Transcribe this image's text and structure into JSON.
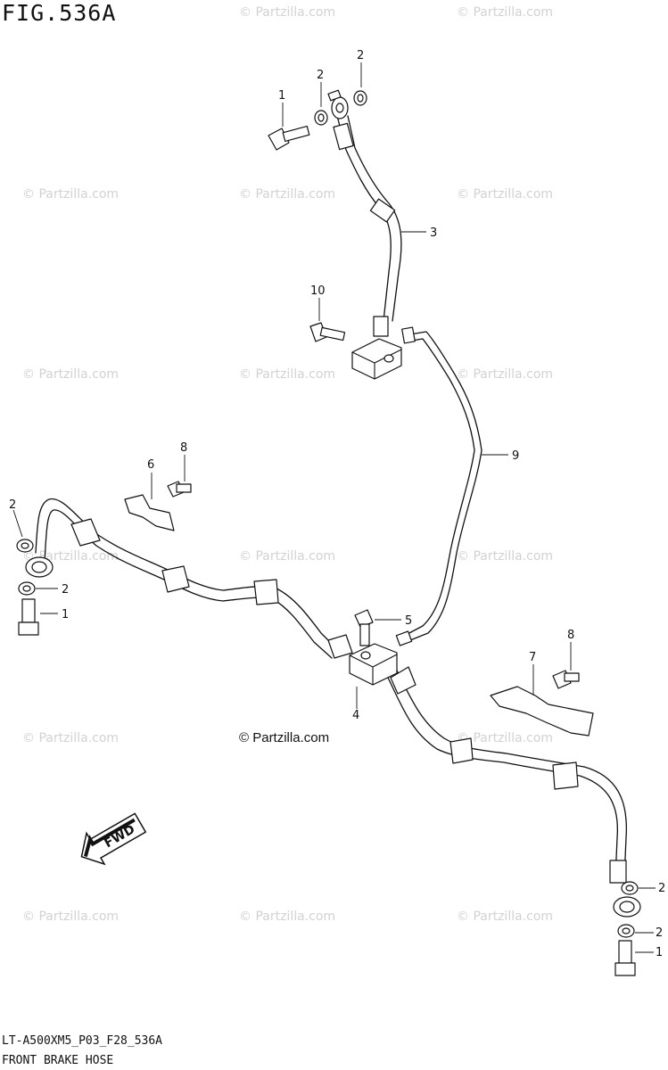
{
  "figure": {
    "title": "FIG.536A",
    "part_code": "LT-A500XM5_P03_F28_536A",
    "name": "FRONT BRAKE HOSE"
  },
  "watermark": "© Partzilla.com",
  "copyright": "© Partzilla.com",
  "fwd_label": "FWD",
  "callouts": [
    "1",
    "2",
    "2",
    "3",
    "10",
    "9",
    "6",
    "8",
    "2",
    "2",
    "1",
    "5",
    "4",
    "7",
    "8",
    "2",
    "2",
    "1"
  ],
  "icons": {
    "fwd": "fwd-arrow-icon"
  }
}
